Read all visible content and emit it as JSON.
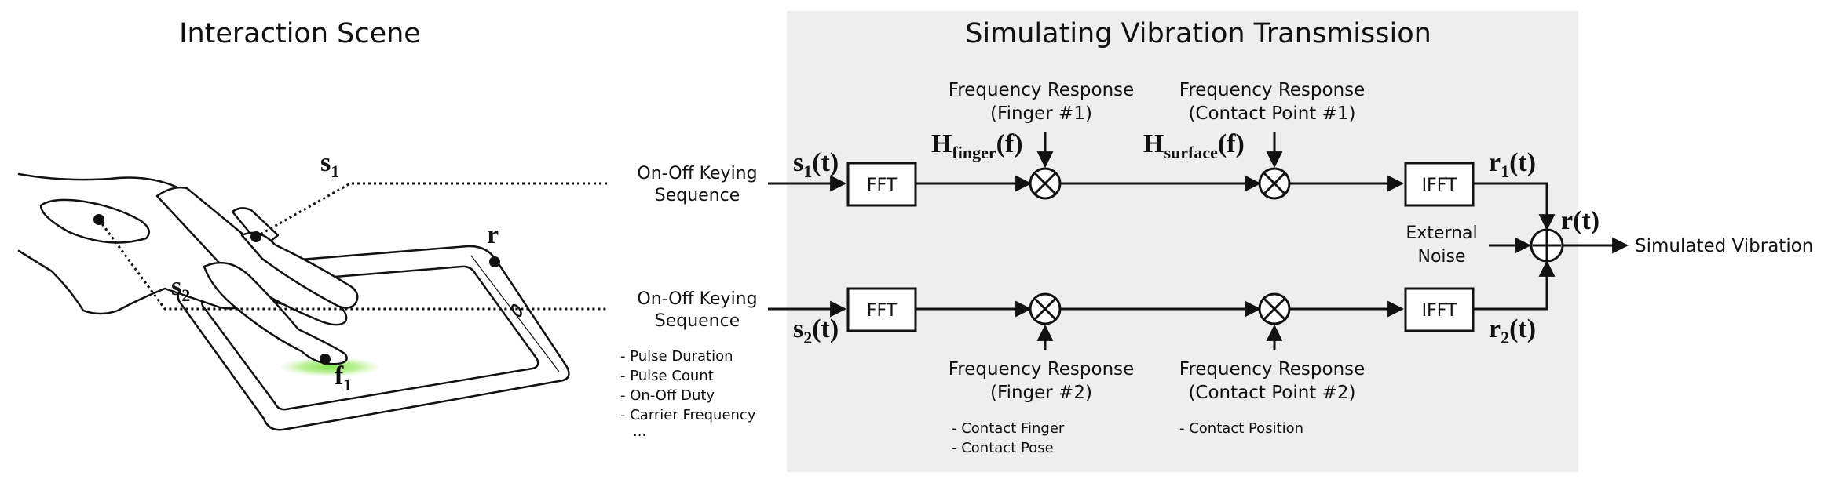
{
  "left_panel": {
    "title": "Interaction Scene",
    "labels": {
      "s1_main": "s",
      "s1_sub": "1",
      "s2_main": "s",
      "s2_sub": "2",
      "r": "r",
      "f1_main": "f",
      "f1_sub": "1"
    }
  },
  "inputs": {
    "top": {
      "line1": "On-Off Keying",
      "line2": "Sequence"
    },
    "bottom": {
      "line1": "On-Off Keying",
      "line2": "Sequence"
    },
    "params": [
      "- Pulse Duration",
      "- Pulse Count",
      "- On-Off Duty",
      "- Carrier Frequency",
      "..."
    ]
  },
  "right_panel": {
    "title": "Simulating Vibration Transmission",
    "signals": {
      "s1t_main": "s",
      "s1t_sub": "1",
      "s1t_arg": "(t)",
      "s2t_main": "s",
      "s2t_sub": "2",
      "s2t_arg": "(t)",
      "r1t_main": "r",
      "r1t_sub": "1",
      "r1t_arg": "(t)",
      "r2t_main": "r",
      "r2t_sub": "2",
      "r2t_arg": "(t)",
      "rt": "r(t)"
    },
    "transfer": {
      "h_finger_main": "H",
      "h_finger_sub": "finger",
      "h_finger_arg": "(f)",
      "h_surface_main": "H",
      "h_surface_sub": "surface",
      "h_surface_arg": "(f)"
    },
    "blocks": {
      "fft": "FFT",
      "ifft": "IFFT"
    },
    "responses": {
      "finger1": {
        "line1": "Frequency Response",
        "line2": "(Finger #1)"
      },
      "contact1": {
        "line1": "Frequency Response",
        "line2": "(Contact Point #1)"
      },
      "finger2": {
        "line1": "Frequency Response",
        "line2": "(Finger #2)"
      },
      "contact2": {
        "line1": "Frequency Response",
        "line2": "(Contact Point #2)"
      }
    },
    "noise": {
      "line1": "External",
      "line2": "Noise"
    },
    "output": "Simulated Vibration",
    "finger_params": [
      "- Contact Finger",
      "- Contact Pose"
    ],
    "contact_params": [
      "- Contact Position"
    ]
  },
  "colors": {
    "panel_bg": "#eeeeee",
    "ink": "#111111",
    "highlight": "#9ee86a"
  }
}
